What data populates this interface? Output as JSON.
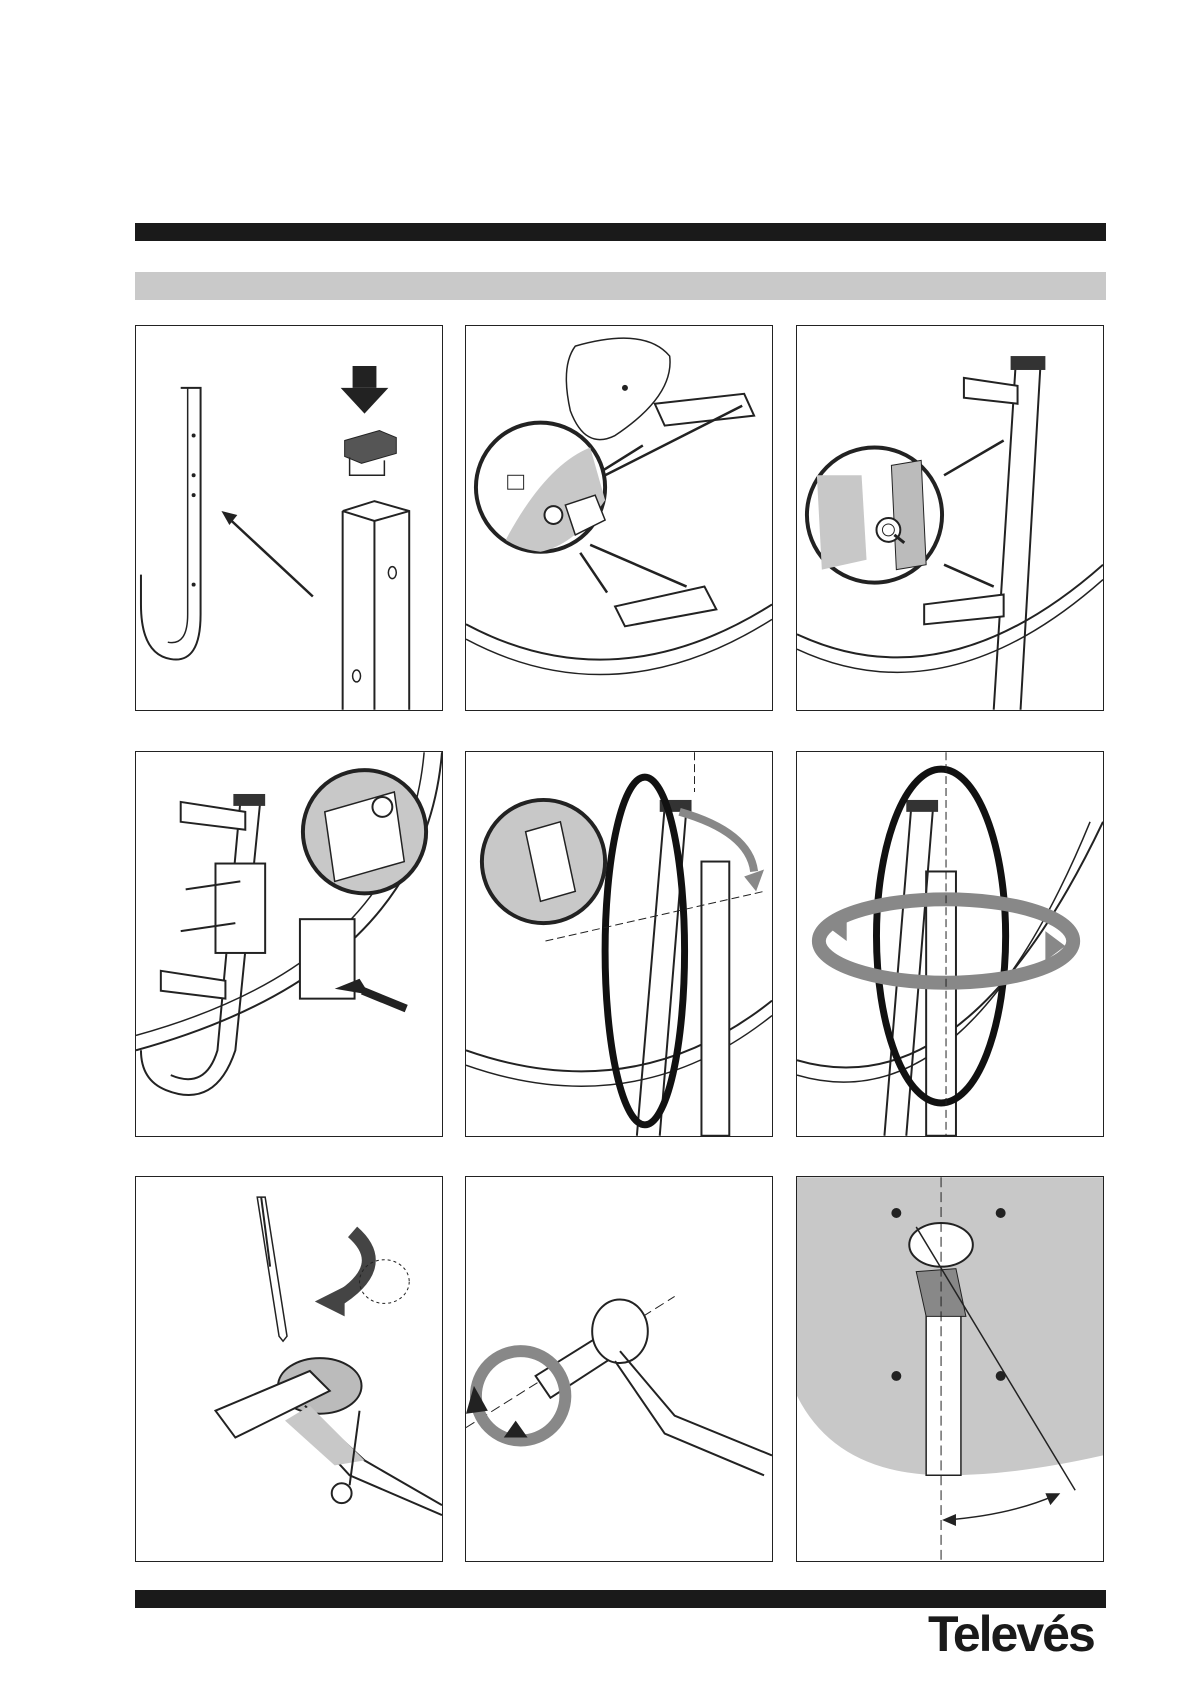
{
  "brand": {
    "logo_text": "Televés"
  },
  "colors": {
    "dark_bar": "#1a1a1a",
    "grey_bar": "#c9c9c9",
    "line": "#222222",
    "shade": "#c8c8c8"
  },
  "steps": [
    {
      "name": "mast-cap-insertion",
      "icon": "down-arrow-icon"
    },
    {
      "name": "bracket-screws-to-dish",
      "icon": "magnifier-detail-icon"
    },
    {
      "name": "arm-to-brackets",
      "icon": "magnifier-detail-icon"
    },
    {
      "name": "mount-clamp-assembly",
      "icon": "push-arrow-icon"
    },
    {
      "name": "elevation-adjustment",
      "icon": "rotate-arrow-icon"
    },
    {
      "name": "azimuth-adjustment",
      "icon": "rotate-arrow-icon"
    },
    {
      "name": "lnb-holder-screwdriver",
      "icon": "screwdriver-icon"
    },
    {
      "name": "lnb-rotation",
      "icon": "rotate-arrow-icon"
    },
    {
      "name": "lnb-skew-angle",
      "icon": "angle-arc-icon"
    }
  ]
}
